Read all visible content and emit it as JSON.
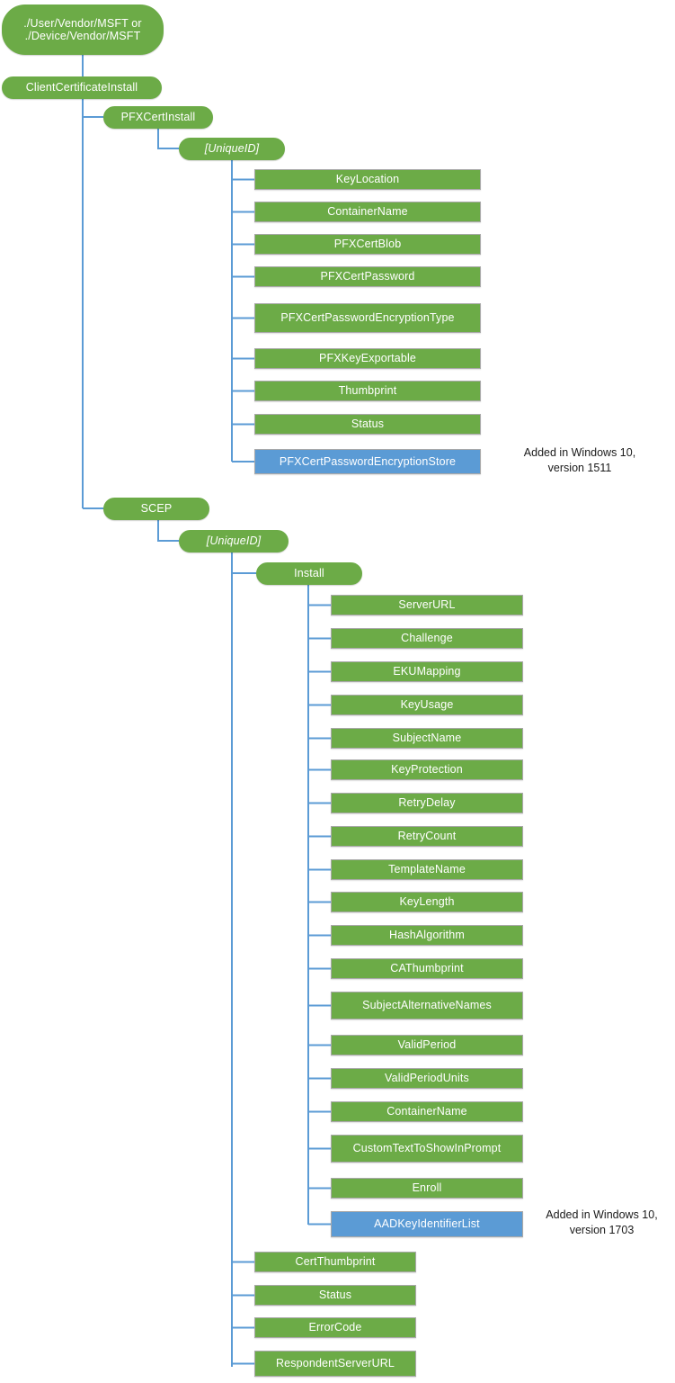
{
  "diagram": {
    "title": "ClientCertificateInstall CSP node tree",
    "colors": {
      "green": "#6CAB47",
      "blue": "#5B9BD5",
      "connector": "#5B9BD5",
      "node_text": "#FFFFFF",
      "annotation_text": "#1A1A1A",
      "background": "#FFFFFF"
    },
    "root": {
      "label": "./User/Vendor/MSFT or\n./Device/Vendor/MSFT",
      "line1": "./User/Vendor/MSFT or",
      "line2": "./Device/Vendor/MSFT"
    },
    "nodes": {
      "client_certificate_install": "ClientCertificateInstall",
      "pfx_cert_install": "PFXCertInstall",
      "pfx_unique_id": "[UniqueID]",
      "scep": "SCEP",
      "scep_unique_id": "[UniqueID]",
      "install": "Install"
    },
    "pfx_children": [
      "KeyLocation",
      "ContainerName",
      "PFXCertBlob",
      "PFXCertPassword",
      "PFXCertPasswordEncryptionType",
      "PFXKeyExportable",
      "Thumbprint",
      "Status",
      "PFXCertPasswordEncryptionStore"
    ],
    "scep_install_children": [
      "ServerURL",
      "Challenge",
      "EKUMapping",
      "KeyUsage",
      "SubjectName",
      "KeyProtection",
      "RetryDelay",
      "RetryCount",
      "TemplateName",
      "KeyLength",
      "HashAlgorithm",
      "CAThumbprint",
      "SubjectAlternativeNames",
      "ValidPeriod",
      "ValidPeriodUnits",
      "ContainerName",
      "CustomTextToShowInPrompt",
      "Enroll",
      "AADKeyIdentifierList"
    ],
    "scep_unique_id_children": [
      "CertThumbprint",
      "Status",
      "ErrorCode",
      "RespondentServerURL"
    ],
    "annotations": {
      "pfx_store": {
        "line1": "Added in Windows 10,",
        "line2": "version 1511"
      },
      "aad_key": {
        "line1": "Added in Windows 10,",
        "line2": "version 1703"
      }
    }
  }
}
